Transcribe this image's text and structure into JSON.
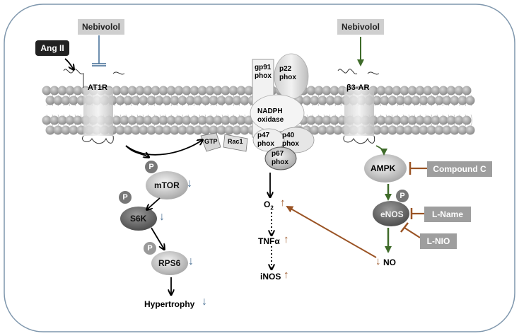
{
  "labels": {
    "nebivolol_left": "Nebivolol",
    "nebivolol_right": "Nebivolol",
    "ang_ii": "Ang II",
    "at1r": "AT1R",
    "b3ar": "β3-AR",
    "gp91": "gp91\nphox",
    "p22": "p22\nphox",
    "nadph": "NADPH\noxidase",
    "p47": "p47\nphox",
    "p40": "p40\nphox",
    "p67": "p67\nphox",
    "gtp": "GTP",
    "rac1": "Rac1",
    "mtor": "mTOR",
    "s6k": "S6K",
    "rps6": "RPS6",
    "hypertrophy": "Hypertrophy",
    "o2": "O",
    "o2_sub": "2",
    "tnfa": "TNFα",
    "inos": "iNOS",
    "ampk": "AMPK",
    "enos": "eNOS",
    "no": "NO",
    "compound_c": "Compound C",
    "l_name": "L-Name",
    "l_nio": "L-NIO",
    "p": "P",
    "arrow_down": "↓",
    "arrow_up": "↑"
  },
  "colors": {
    "membrane": "#9b9b9b",
    "inhibit_blue": "#3f6a94",
    "activate_green": "#3f6b2a",
    "inhibit_brown": "#9a5324",
    "label_gray_bg": "#cfcfcf",
    "label_dark_bg": "#9e9e9e"
  }
}
